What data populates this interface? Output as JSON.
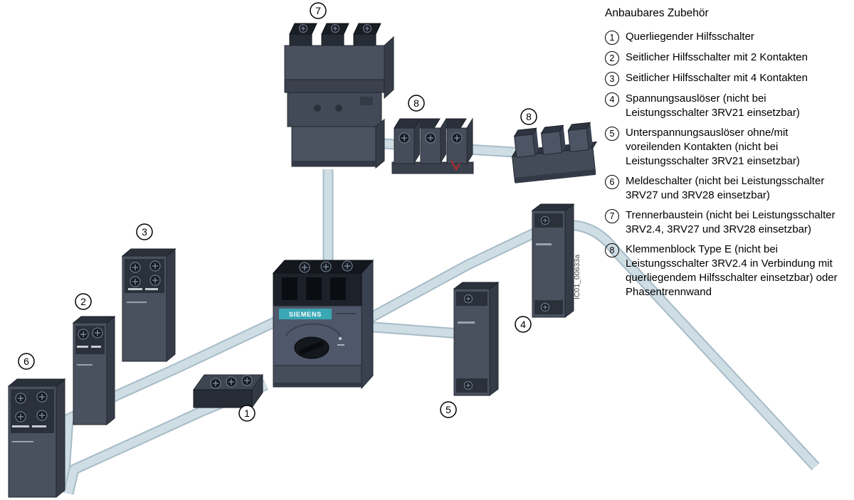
{
  "legend": {
    "title": "Anbaubares Zubehör",
    "items": [
      {
        "num": "1",
        "text": "Querliegender Hilfsschalter"
      },
      {
        "num": "2",
        "text": "Seitlicher Hilfsschalter mit 2 Kontakten"
      },
      {
        "num": "3",
        "text": "Seitlicher Hilfsschalter mit 4 Kontakten"
      },
      {
        "num": "4",
        "text": "Spannungsauslöser (nicht bei Leistungsschalter 3RV21 einsetzbar)"
      },
      {
        "num": "5",
        "text": "Unterspannungsauslöser ohne/mit voreilenden Kontakten (nicht bei Leistungsschalter 3RV21 einsetzbar)"
      },
      {
        "num": "6",
        "text": "Meldeschalter (nicht bei Leistungsschalter 3RV27 und 3RV28 einsetzbar)"
      },
      {
        "num": "7",
        "text": "Trennerbaustein (nicht bei Leistungsschalter 3RV2.4, 3RV27 und 3RV28 einsetzbar)"
      },
      {
        "num": "8",
        "text": "Klemmenblock Type E (nicht bei Leistungsschalter 3RV2.4 in Verbindung mit querliegendem Hilfsschalter einsetzbar) oder Phasentrennwand"
      }
    ]
  },
  "diagram": {
    "brand": "SIEMENS",
    "watermark": "IC01_00633a",
    "callouts": {
      "c7": "7",
      "c8a": "8",
      "c8b": "8",
      "c3": "3",
      "c2": "2",
      "c6": "6",
      "c1": "1",
      "c4": "4",
      "c5": "5"
    },
    "colors": {
      "ribbon": "#cfdde4",
      "ribbon_edge": "#a7bcc7",
      "teal": "#3aa7b5"
    }
  }
}
